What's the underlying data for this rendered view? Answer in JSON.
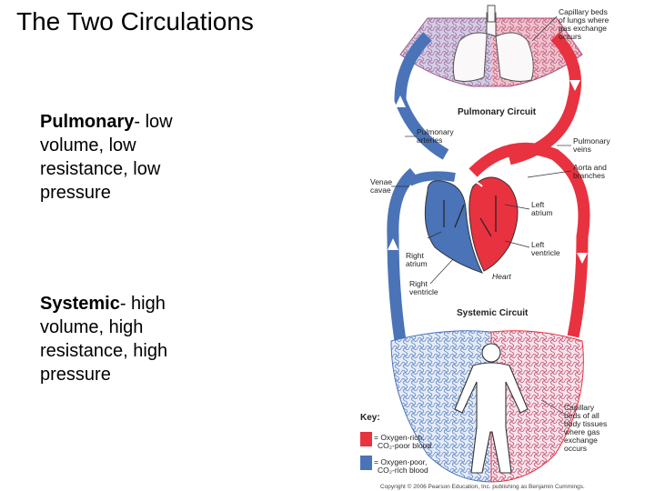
{
  "title": "The Two Circulations",
  "pulmonary": {
    "term": "Pulmonary",
    "rest": "- low volume, low resistance, low pressure"
  },
  "systemic": {
    "term": "Systemic",
    "rest": "- high volume, high resistance, high pressure"
  },
  "diagram": {
    "labels": {
      "capillary_lungs": [
        "Capillary beds",
        "of lungs where",
        "gas exchange",
        "occurs"
      ],
      "pulmonary_circuit": "Pulmonary Circuit",
      "pulmonary_arteries": [
        "Pulmonary",
        "arteries"
      ],
      "pulmonary_veins": [
        "Pulmonary",
        "veins"
      ],
      "venae_cavae": [
        "Venae",
        "cavae"
      ],
      "aorta": [
        "Aorta and",
        "branches"
      ],
      "left_atrium": [
        "Left",
        "atrium"
      ],
      "left_ventricle": [
        "Left",
        "ventricle"
      ],
      "right_atrium": [
        "Right",
        "atrium"
      ],
      "right_ventricle": [
        "Right",
        "ventricle"
      ],
      "heart": "Heart",
      "systemic_circuit": "Systemic Circuit",
      "capillary_body": [
        "Capillary",
        "beds of all",
        "body tissues",
        "where gas",
        "exchange",
        "occurs"
      ]
    },
    "key": {
      "title": "Key:",
      "oxygen_rich": [
        "= Oxygen-rich,",
        "CO₂-poor blood"
      ],
      "oxygen_poor": [
        "= Oxygen-poor,",
        "CO₂-rich blood"
      ]
    },
    "copyright": "Copyright © 2006 Pearson Education, Inc. publishing as Benjamin Cummings.",
    "colors": {
      "oxygen_rich": "#e8323f",
      "oxygen_poor": "#4a73b8",
      "capillary": "#a34f7c"
    }
  }
}
